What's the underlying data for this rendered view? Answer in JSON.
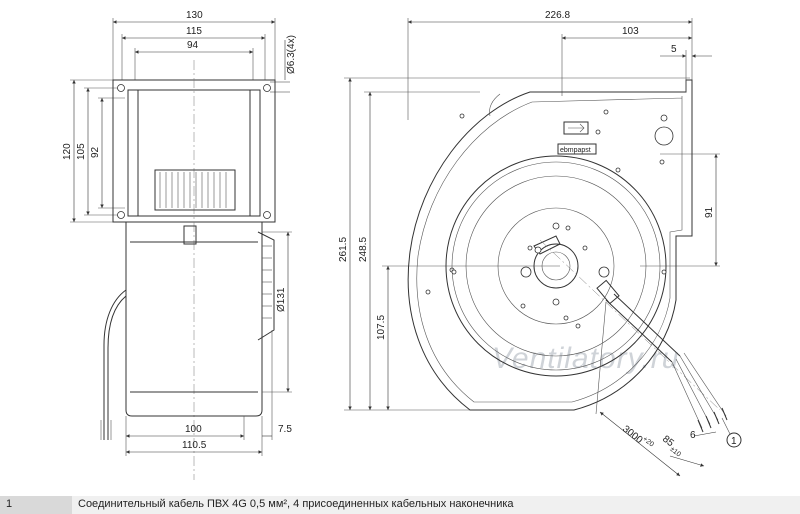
{
  "dimensions": {
    "side": {
      "w130": "130",
      "w115": "115",
      "w94": "94",
      "hole": "Ø6.3(4x)",
      "h120": "120",
      "h105": "105",
      "h92": "92",
      "dia131": "Ø131",
      "w100": "100",
      "w110_5": "110.5",
      "w7_5": "7.5"
    },
    "front": {
      "w226_8": "226.8",
      "w103": "103",
      "w5": "5",
      "h91": "91",
      "h261_5": "261.5",
      "h248_5": "248.5",
      "h107_5": "107.5",
      "cable_len": "3000",
      "cable_len_tol": "+20",
      "strip_len": "85",
      "strip_len_tol": "±10",
      "strip6": "6",
      "callout": "1"
    }
  },
  "label_plate": "ebmpapst",
  "watermark": "Ventilatory.ru",
  "legend": {
    "number": "1",
    "description": "Соединительный кабель ПВХ 4G 0,5 мм², 4 присоединенных кабельных наконечника"
  }
}
